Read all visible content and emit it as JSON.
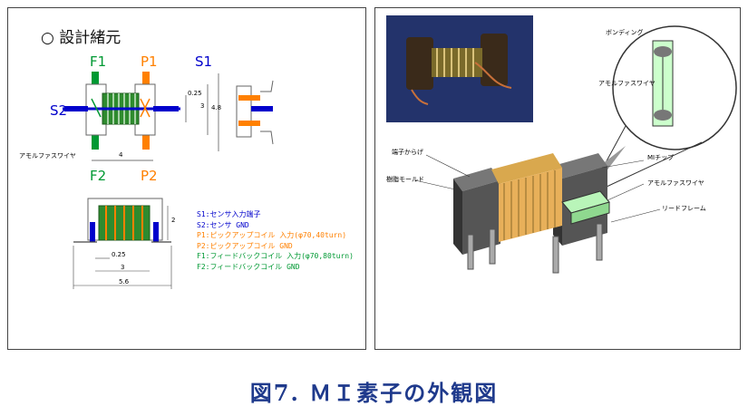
{
  "left_panel": {
    "heading": "○ 設計緒元",
    "pins": {
      "f1": "F1",
      "p1": "P1",
      "s1": "S1",
      "s2": "S2",
      "f2": "F2",
      "p2": "P2"
    },
    "wire_label": "アモルファスワイヤ",
    "dims": {
      "d025": "0.25",
      "d3": "3",
      "d48": "4.8",
      "d4": "4",
      "d2": "2",
      "d025b": "0.25",
      "d3b": "3",
      "d56": "5.6"
    },
    "legend": [
      {
        "text": "S1:センサ入力端子",
        "color": "#0000cc"
      },
      {
        "text": "S2:センサ GND",
        "color": "#0000cc"
      },
      {
        "text": "P1:ピックアップコイル 入力(φ70,40turn)",
        "color": "#ff8000"
      },
      {
        "text": "P2:ピックアップコイル GND",
        "color": "#ff8000"
      },
      {
        "text": "F1:フィードバックコイル 入力(φ70,80turn)",
        "color": "#009933"
      },
      {
        "text": "F2:フィードバックコイル GND",
        "color": "#009933"
      }
    ]
  },
  "right_panel": {
    "labels": {
      "bonding": "ボンディング",
      "amorphous_zoom": "アモルファスワイヤ",
      "terminal_tie": "端子からげ",
      "resin_mold": "樹脂モールド",
      "mi_chip": "MIチップ",
      "amorphous_wire": "アモルファスワイヤ",
      "lead_frame": "リードフレーム"
    }
  },
  "caption": "図7. ＭＩ素子の外観図",
  "colors": {
    "green": "#009933",
    "orange": "#ff8000",
    "blue": "#0000cc",
    "caption": "#1f3a8c"
  }
}
